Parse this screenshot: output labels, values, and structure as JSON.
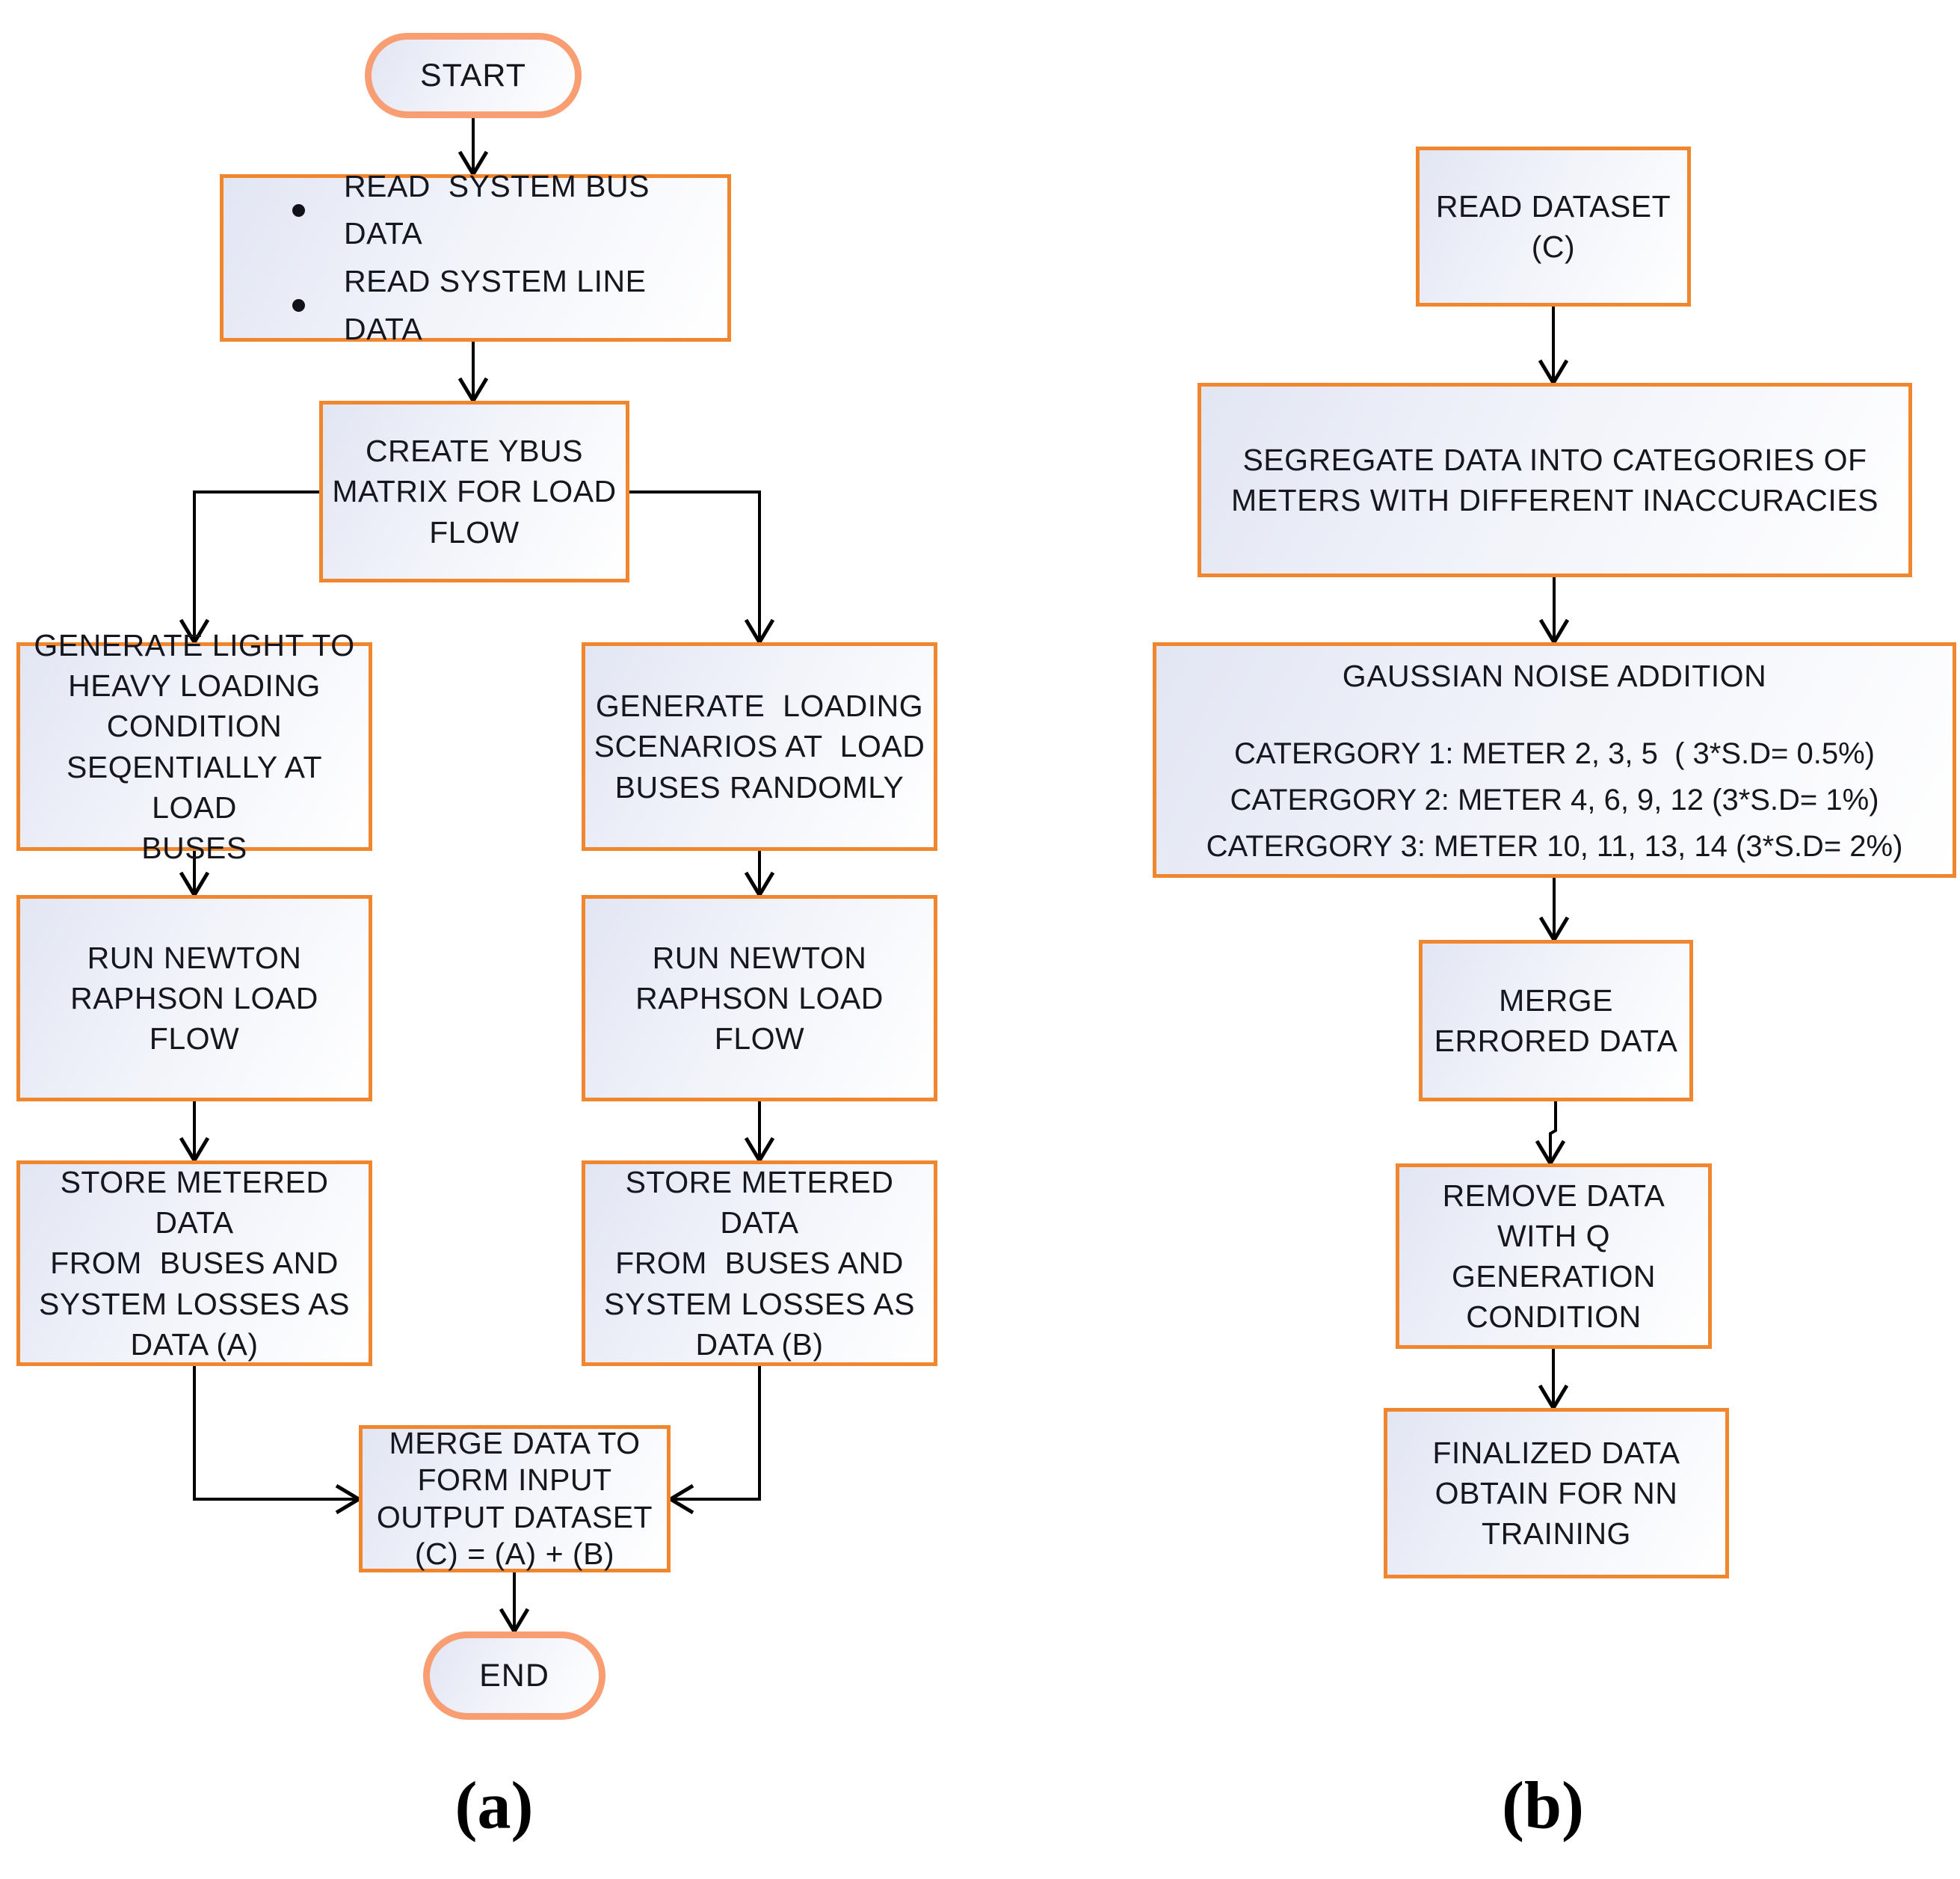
{
  "colors": {
    "box_border": "#F0862E",
    "pill_border": "#F89E72",
    "arrow": "#000000",
    "text": "#16161E"
  },
  "flowchart_a": {
    "caption": "(a)",
    "start_label": "START",
    "end_label": "END",
    "read_bullets": [
      "READ  SYSTEM BUS DATA",
      "READ SYSTEM LINE DATA"
    ],
    "ybus": "CREATE YBUS\nMATRIX FOR LOAD\nFLOW",
    "generate_sequential": "GENERATE LIGHT TO\nHEAVY LOADING\nCONDITION\nSEQENTIALLY AT LOAD\nBUSES",
    "generate_random": "GENERATE  LOADING\nSCENARIOS AT  LOAD\nBUSES RANDOMLY",
    "newton_left": "RUN NEWTON\nRAPHSON LOAD FLOW",
    "newton_right": "RUN NEWTON\nRAPHSON LOAD FLOW",
    "store_a": "STORE METERED  DATA\nFROM  BUSES AND\nSYSTEM LOSSES AS\nDATA (A)",
    "store_b": "STORE METERED DATA\nFROM  BUSES AND\nSYSTEM LOSSES AS\nDATA (B)",
    "merge": "MERGE DATA TO\nFORM INPUT\nOUTPUT DATASET\n(C) = (A) + (B)"
  },
  "flowchart_b": {
    "caption": "(b)",
    "read_dataset": "READ DATASET\n(C)",
    "segregate": "SEGREGATE DATA INTO CATEGORIES OF\nMETERS WITH DIFFERENT INACCURACIES",
    "gaussian_title": "GAUSSIAN NOISE ADDITION",
    "categories": [
      "CATERGORY 1: METER 2, 3, 5  ( 3*S.D= 0.5%)",
      "CATERGORY 2: METER 4, 6, 9, 12 (3*S.D= 1%)",
      "CATERGORY 3: METER 10, 11, 13, 14 (3*S.D= 2%)"
    ],
    "merge_errored": "MERGE\nERRORED DATA",
    "remove_q": "REMOVE DATA\nWITH Q\nGENERATION\nCONDITION",
    "finalized": "FINALIZED DATA\nOBTAIN FOR NN\nTRAINING"
  }
}
